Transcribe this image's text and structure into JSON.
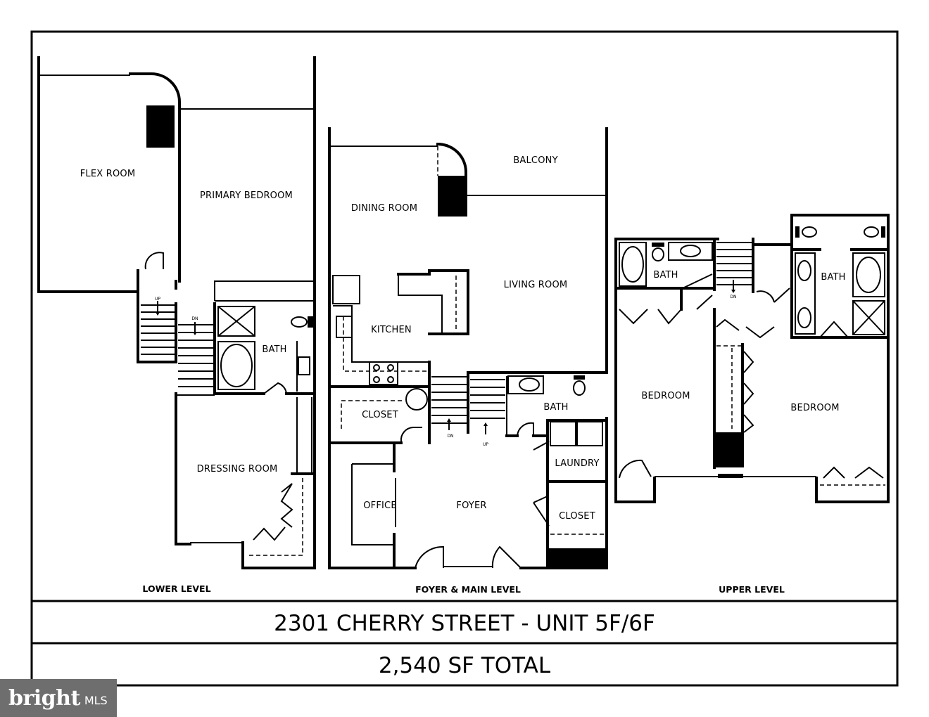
{
  "levels": {
    "lower": "LOWER LEVEL",
    "main": "FOYER & MAIN LEVEL",
    "upper": "UPPER LEVEL"
  },
  "rooms": {
    "flex_room": "FLEX ROOM",
    "primary_bedroom": "PRIMARY BEDROOM",
    "lower_bath": "BATH",
    "dressing_room": "DRESSING ROOM",
    "dining_room": "DINING ROOM",
    "balcony": "BALCONY",
    "living_room": "LIVING ROOM",
    "kitchen": "KITCHEN",
    "closet_main": "CLOSET",
    "main_bath": "BATH",
    "laundry": "LAUNDRY",
    "office": "OFFICE",
    "foyer": "FOYER",
    "closet_foyer": "CLOSET",
    "upper_bath_left": "BATH",
    "upper_bath_right": "BATH",
    "bedroom_left": "BEDROOM",
    "bedroom_right": "BEDROOM"
  },
  "stairs": {
    "lower_up": "UP",
    "lower_dn": "DN",
    "main_dn": "DN",
    "main_up": "UP",
    "upper_dn": "DN"
  },
  "address": "2301 CHERRY STREET - UNIT 5F/6F",
  "total_area": "2,540 SF TOTAL",
  "watermark": {
    "brand": "bright",
    "suffix": "MLS"
  }
}
